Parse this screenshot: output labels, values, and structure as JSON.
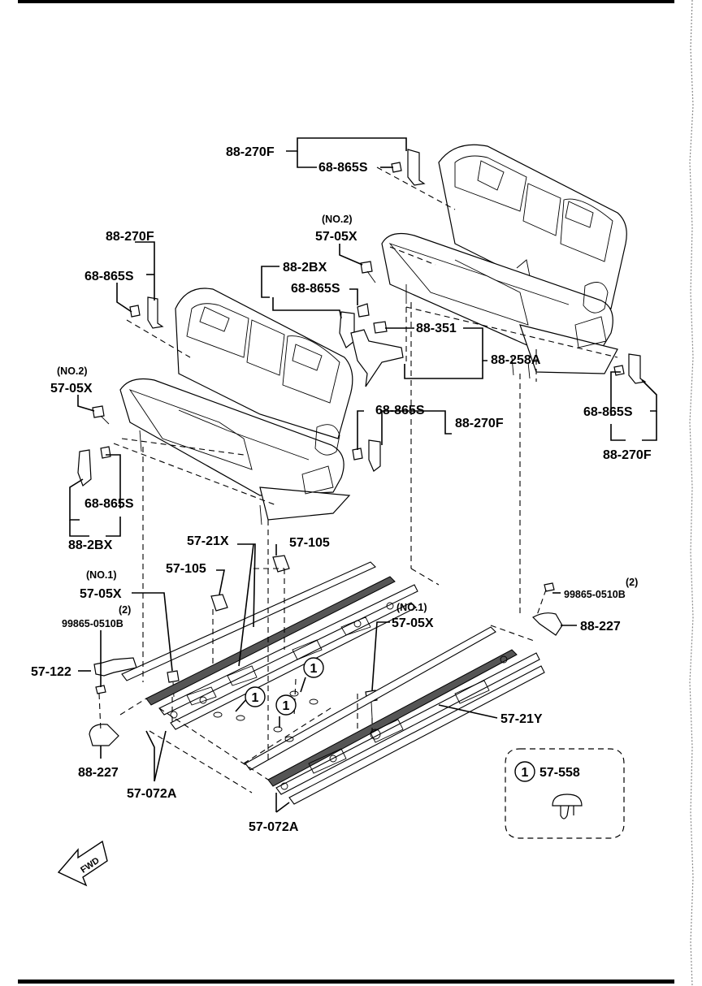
{
  "diagram": {
    "labels": {
      "upper_hinge_right": "88-270F",
      "upper_cap_right": "68-865S",
      "left_hinge_label": "88-270F",
      "left_cap_label": "68-865S",
      "bolt_no2_upper_tag": "(NO.2)",
      "bolt_no2_upper": "57-05X",
      "mid_bracket_label": "88-2BX",
      "mid_cap_label": "68-865S",
      "bolt_no2_left_tag": "(NO.2)",
      "bolt_no2_left": "57-05X",
      "left_lower_cap": "68-865S",
      "left_lower_bracket": "88-2BX",
      "right_far_cap": "68-865S",
      "right_far_hinge": "88-270F",
      "center_cap": "68-865S",
      "center_hinge": "88-270F",
      "clip_label": "88-351",
      "plate_label": "88-258A",
      "rail_cover_x": "57-21X",
      "cap_105_center": "57-105",
      "cap_105_left": "57-105",
      "bolt_no1_left_tag": "(NO.1)",
      "bolt_no1_left": "57-05X",
      "screw_left_qty": "(2)",
      "screw_left": "99865-0510B",
      "clip_left": "57-122",
      "cover_left": "88-227",
      "rail_left": "57-072A",
      "bolt_no1_right_tag": "(NO.1)",
      "bolt_no1_right": "57-05X",
      "screw_right_qty": "(2)",
      "screw_right": "99865-0510B",
      "cover_right": "88-227",
      "rail_cover_y": "57-21Y",
      "rail_right": "57-072A",
      "callout_num": "1",
      "legend_num": "1",
      "legend_part": "57-558",
      "fwd_text": "FWD"
    }
  }
}
